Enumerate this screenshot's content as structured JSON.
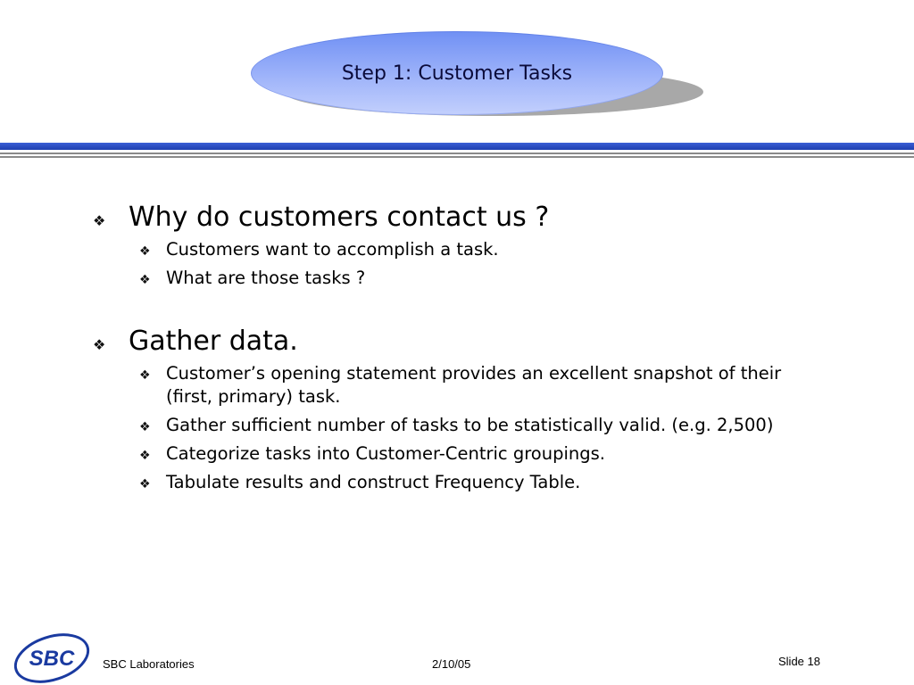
{
  "slide": {
    "title": "Step 1: Customer Tasks",
    "sections": [
      {
        "heading": "Why do customers contact us ?",
        "items": [
          "Customers want to accomplish a task.",
          "What are those tasks ?"
        ]
      },
      {
        "heading": "Gather data.",
        "items": [
          "Customer’s opening statement provides an excellent snapshot of their (first, primary) task.",
          "Gather sufficient number of tasks to be statistically valid.  (e.g. 2,500)",
          "Categorize tasks into Customer-Centric groupings.",
          "Tabulate results and construct Frequency Table."
        ]
      }
    ]
  },
  "footer": {
    "logo_text": "SBC",
    "organization": "SBC Laboratories",
    "date": "2/10/05",
    "slide_number": "Slide 18"
  },
  "colors": {
    "title_oval": "#8aa3f7",
    "rule_blue": "#2a4cc4",
    "rule_gray": "#8a8a8a",
    "logo_blue": "#1a3aa0"
  },
  "icons": {
    "bullet": "diamond-bullet-icon"
  }
}
